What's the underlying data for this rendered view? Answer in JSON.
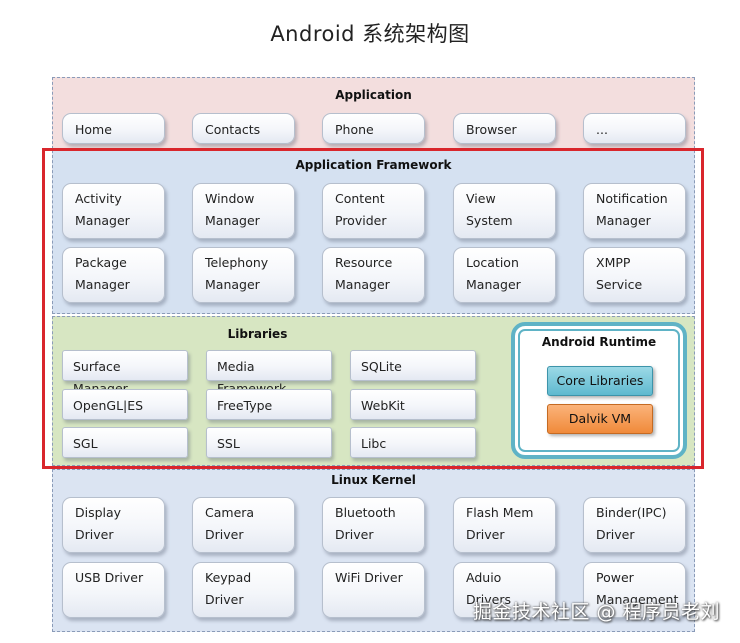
{
  "title": "Android  系统架构图",
  "application": {
    "title": "Application",
    "items": [
      "Home",
      "Contacts",
      "Phone",
      "Browser",
      "..."
    ]
  },
  "framework": {
    "title": "Application Framework",
    "items": [
      "Activity\nManager",
      "Window\nManager",
      "Content\nProvider",
      "View\nSystem",
      "Notification\nManager",
      "Package\nManager",
      "Telephony\nManager",
      "Resource\nManager",
      "Location\nManager",
      "XMPP\nService"
    ]
  },
  "libraries": {
    "title": "Libraries",
    "items": [
      "Surface Manager",
      "Media Framework",
      "SQLite",
      "OpenGL|ES",
      "FreeType",
      "WebKit",
      "SGL",
      "SSL",
      "Libc"
    ]
  },
  "runtime": {
    "title": "Android Runtime",
    "core": "Core Libraries",
    "vm": "Dalvik VM",
    "colors": {
      "border": "#5fb3c6",
      "core": "#5fb9cf",
      "vm": "#f08a3a"
    }
  },
  "kernel": {
    "title": "Linux Kernel",
    "items": [
      "Display\nDriver",
      "Camera\nDriver",
      "Bluetooth\nDriver",
      "Flash Mem\n Driver",
      "Binder(IPC)\nDriver",
      "USB Driver",
      "Keypad\nDriver",
      "WiFi Driver",
      "Aduio\nDrivers",
      "Power\nManagement"
    ]
  },
  "highlight_color": "#d9262c",
  "watermark": "掘金技术社区 @ 程序员老刘"
}
